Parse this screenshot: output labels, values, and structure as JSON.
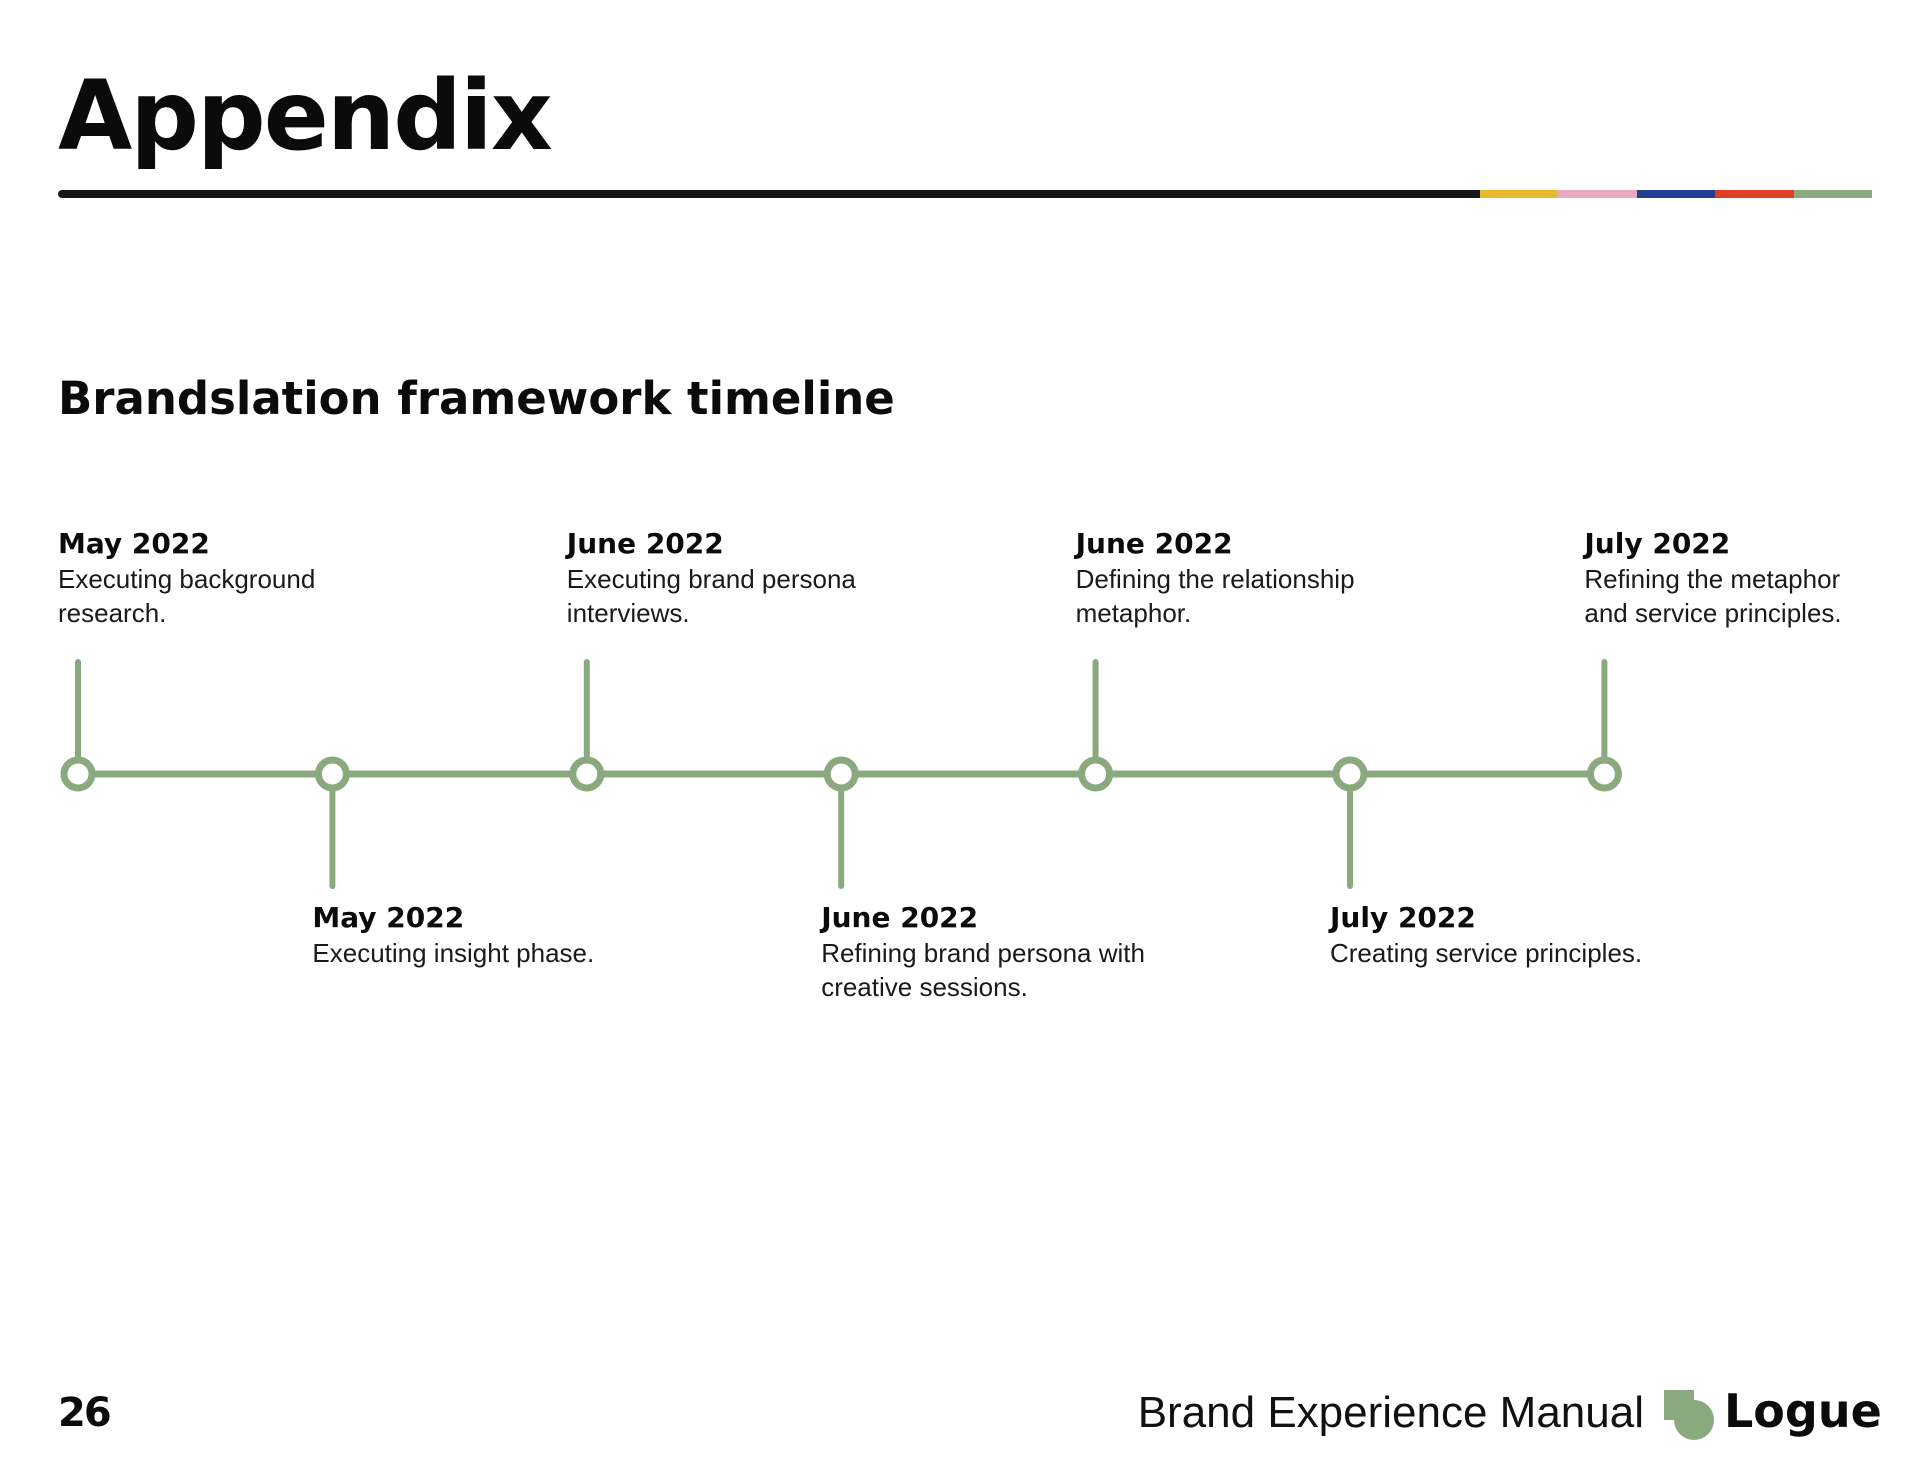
{
  "header": {
    "title": "Appendix",
    "rule_colors": [
      "#e8b92a",
      "#eaa9c0",
      "#233f93",
      "#e03f26",
      "#8aa97f"
    ]
  },
  "section": {
    "title": "Brandslation framework timeline"
  },
  "timeline": {
    "line_color": "#8aa97f",
    "milestones": [
      {
        "date": "May 2022",
        "description": "Executing background research.",
        "position": "above"
      },
      {
        "date": "May 2022",
        "description": "Executing insight phase.",
        "position": "below"
      },
      {
        "date": "June 2022",
        "description": "Executing brand persona interviews.",
        "position": "above"
      },
      {
        "date": "June 2022",
        "description": "Refining brand persona with creative sessions.",
        "position": "below"
      },
      {
        "date": "June 2022",
        "description": "Defining the relationship metaphor.",
        "position": "above"
      },
      {
        "date": "July 2022",
        "description": "Creating service principles.",
        "position": "below"
      },
      {
        "date": "July 2022",
        "description": "Refining the metaphor and service principles.",
        "position": "above"
      }
    ]
  },
  "footer": {
    "page_number": "26",
    "manual_title": "Brand Experience Manual",
    "logo_text": "Logue",
    "logo_color": "#8aa97f"
  }
}
